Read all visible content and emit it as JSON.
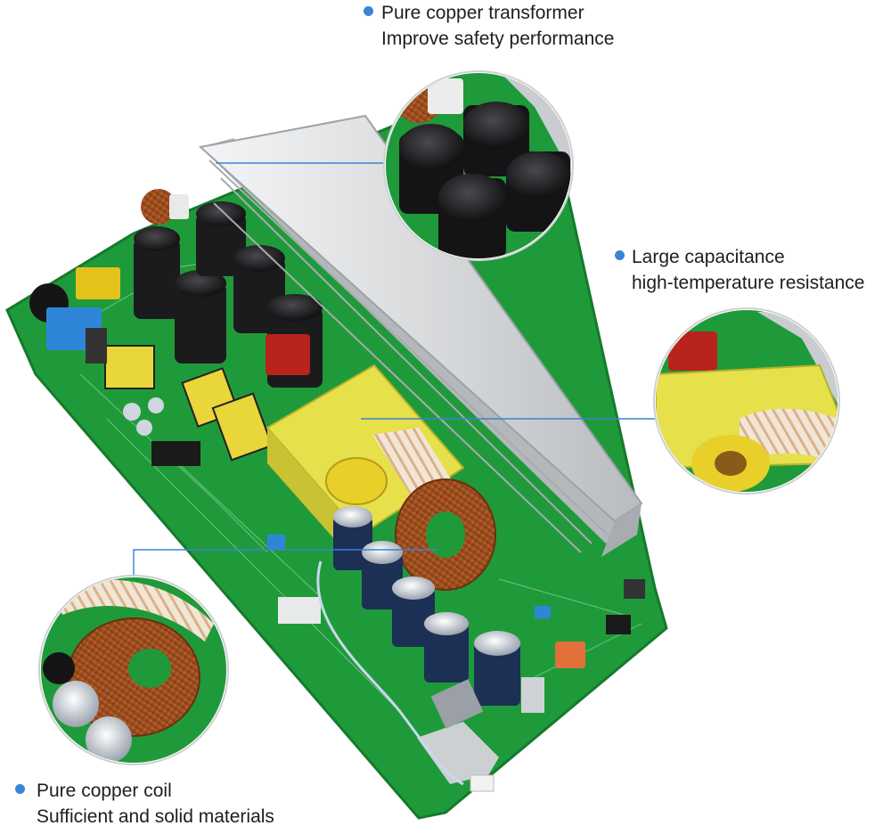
{
  "colors": {
    "board_green": "#1f9a3a",
    "heatsink_silver": "#d8dadc",
    "transformer_yellow": "#e6e04a",
    "copper": "#b85a22",
    "capacitor_black": "#1b1b1d",
    "accent_blue_dot": "#3b83d6",
    "pointer_line": "#3b83d6"
  },
  "callouts": {
    "transformer": {
      "line1": "Pure copper transformer",
      "line2": "Improve safety performance"
    },
    "capacitance": {
      "line1": "Large capacitance",
      "line2": "high-temperature resistance"
    },
    "coil": {
      "line1": "Pure copper coil",
      "line2": "Sufficient and solid materials"
    }
  }
}
